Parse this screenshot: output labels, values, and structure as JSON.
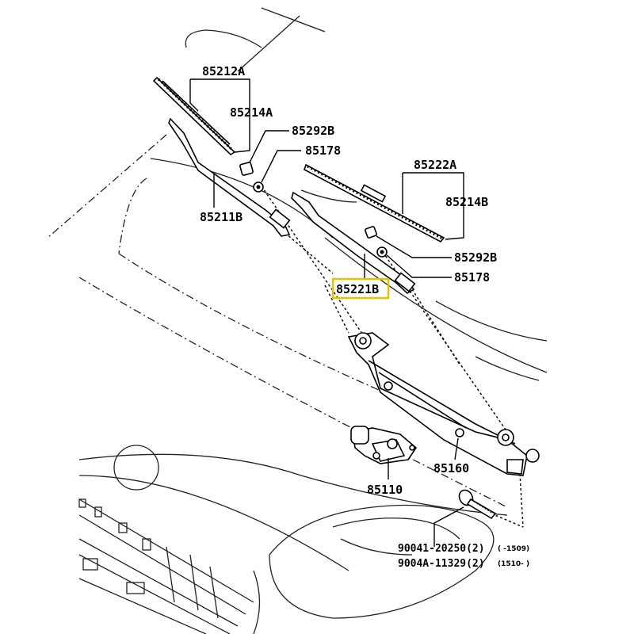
{
  "labels": {
    "blade_left": "85212A",
    "refill_left": "85214A",
    "cap_left": "85292B",
    "nut_left": "85178",
    "arm_left": "85211B",
    "blade_right": "85222A",
    "refill_right": "85214B",
    "cap_right": "85292B",
    "nut_right": "85178",
    "arm_right": "85221B",
    "link": "85160",
    "motor": "85110",
    "bolt_1": "90041-20250(2)",
    "bolt_1_range": "(  -1509)",
    "bolt_2": "9004A-11329(2)",
    "bolt_2_range": "(1510-    )"
  },
  "colors": {
    "highlight": "#e8c200",
    "line": "#000000"
  }
}
